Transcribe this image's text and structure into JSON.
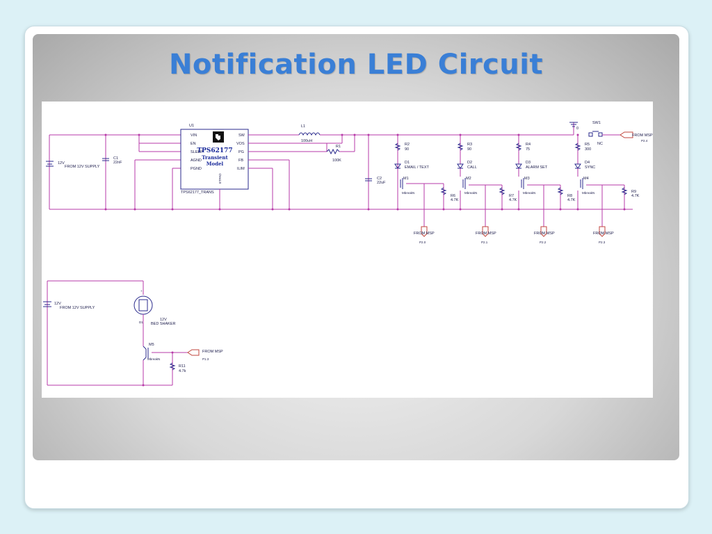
{
  "slide": {
    "title": "Notification LED Circuit"
  },
  "schematic": {
    "supply1": {
      "label": "12V",
      "desc": "FROM 12V SUPPLY"
    },
    "c1": {
      "ref": "C1",
      "value": "22nF"
    },
    "u1": {
      "ref": "U1",
      "part_line1": "TPS62177",
      "part_line2": "Transient",
      "part_line3": "Model",
      "pins_left": [
        "VIN",
        "EN",
        "SLEEP",
        "AGND",
        "PGND"
      ],
      "pins_right": [
        "SW",
        "VOS",
        "PG",
        "FB",
        "ILIM"
      ],
      "pad": "ETPAD",
      "name": "TPS62177_TRANS"
    },
    "l1": {
      "ref": "L1",
      "value": "100uH"
    },
    "r1": {
      "ref": "R1",
      "value": "100K"
    },
    "c2": {
      "ref": "C2",
      "value": "22uF"
    },
    "ground": {
      "label": "0"
    },
    "sw1": {
      "ref": "SW1",
      "state": "NC"
    },
    "port_top": {
      "label": "FROM MSP",
      "pin": "P2.4"
    },
    "leds": [
      {
        "r_ref": "R2",
        "r_val": "90",
        "d_ref": "D1",
        "d_name": "EMAIL / TEXT",
        "m_ref": "M1",
        "m_part": "MbreakN",
        "pd_ref": "R6",
        "pd_val": "4.7K",
        "port": "FROM MSP",
        "pin": "P2.0"
      },
      {
        "r_ref": "R3",
        "r_val": "90",
        "d_ref": "D2",
        "d_name": "CALL",
        "m_ref": "M2",
        "m_part": "MbreakN",
        "pd_ref": "R7",
        "pd_val": "4.7K",
        "port": "FROM MSP",
        "pin": "P2.1"
      },
      {
        "r_ref": "R4",
        "r_val": "75",
        "d_ref": "D3",
        "d_name": "ALARM SET",
        "m_ref": "M3",
        "m_part": "MbreakN",
        "pd_ref": "R8",
        "pd_val": "4.7K",
        "port": "FROM MSP",
        "pin": "P2.2"
      },
      {
        "r_ref": "R5",
        "r_val": "300",
        "d_ref": "D4",
        "d_name": "SYNC",
        "m_ref": "M4",
        "m_part": "MbreakN",
        "pd_ref": "R9",
        "pd_val": "4.7K",
        "port": "FROM MSP",
        "pin": "P2.3"
      }
    ],
    "supply2": {
      "label": "12V",
      "desc": "FROM 12V SUPPLY"
    },
    "motor": {
      "label1": "12V",
      "label2": "BED SHAKER",
      "pin_plus": "+",
      "pin_minus": "D1"
    },
    "m5": {
      "ref": "M5",
      "part": "MbreakN"
    },
    "r11": {
      "ref": "R11",
      "value": "4.7k"
    },
    "port_m5": {
      "label": "FROM MSP",
      "pin": "P1.3"
    }
  }
}
